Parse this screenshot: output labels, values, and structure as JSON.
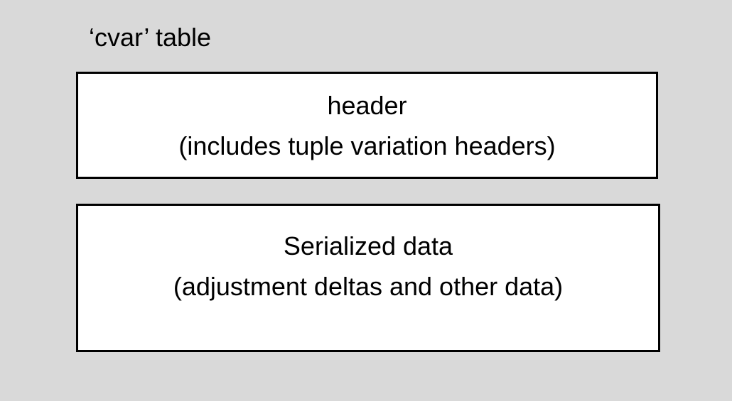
{
  "colors": {
    "background": "#d9d9d9",
    "box_fill": "#ffffff",
    "box_border": "#000000",
    "text": "#000000"
  },
  "title": "‘cvar’ table",
  "boxes": [
    {
      "name": "header",
      "line1": "header",
      "line2": "(includes tuple variation headers)"
    },
    {
      "name": "serialized-data",
      "line1": "Serialized data",
      "line2": "(adjustment deltas and other data)"
    }
  ]
}
